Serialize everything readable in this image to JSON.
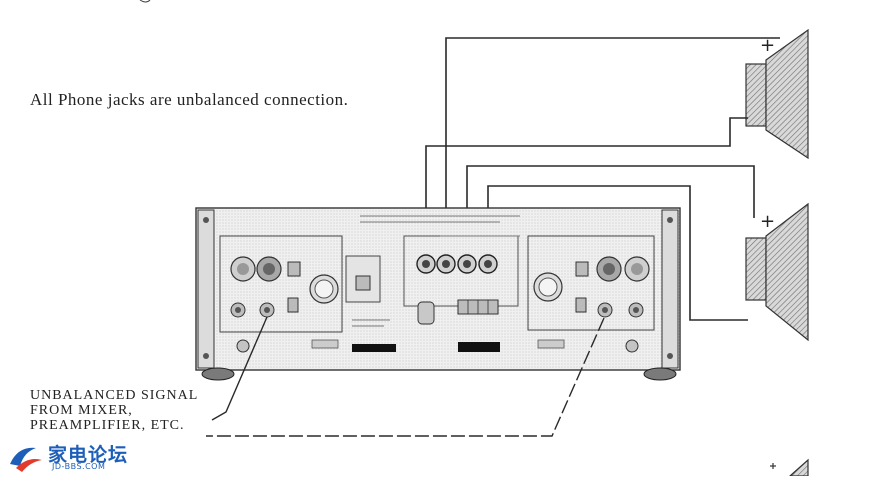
{
  "notes": {
    "phone_jacks": "All Phone jacks are unbalanced connection."
  },
  "caption": {
    "line1": "UNBALANCED SIGNAL",
    "line2": "FROM MIXER,",
    "line3": "PREAMPLIFIER, ETC."
  },
  "speakers": {
    "top_polarity": "+",
    "middle_polarity": "+"
  },
  "watermark": {
    "main": "家电论坛",
    "url": "JD-BBS.COM"
  },
  "colors": {
    "line": "#2a2a2a",
    "panel": "#efefef",
    "watermark": "#1d5fb8"
  },
  "icons": [
    "xlr-input-icon",
    "phone-jack-icon",
    "speaker-cone-icon",
    "binding-post-icon",
    "power-cord-socket-icon"
  ]
}
